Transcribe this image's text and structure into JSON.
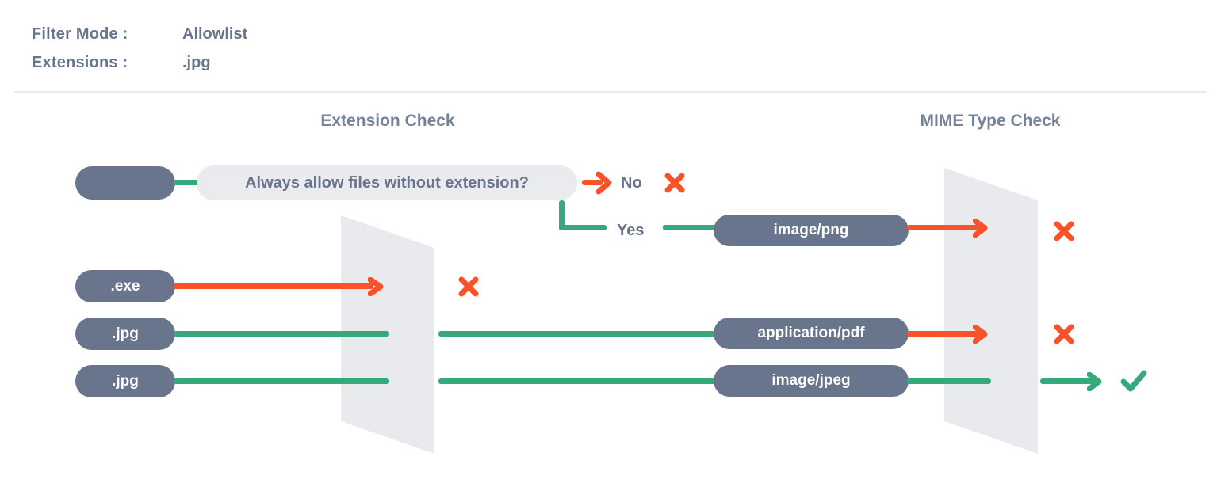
{
  "header": {
    "rows": [
      {
        "label": "Filter Mode :",
        "value": "Allowlist"
      },
      {
        "label": "Extensions :",
        "value": ".jpg"
      }
    ]
  },
  "sections": {
    "extension_check": "Extension Check",
    "mime_check": "MIME Type Check"
  },
  "decision": {
    "question": "Always allow files without extension?",
    "branch_no": "No",
    "branch_yes": "Yes"
  },
  "files": [
    {
      "name": "",
      "label": ""
    },
    {
      "name": ".exe",
      "label": ".exe"
    },
    {
      "name": ".jpg",
      "label": ".jpg"
    },
    {
      "name": ".jpg",
      "label": ".jpg"
    }
  ],
  "mime_types": [
    {
      "label": "image/png"
    },
    {
      "label": "application/pdf"
    },
    {
      "label": "image/jpeg"
    }
  ],
  "icons": {
    "reject": "cross-icon",
    "accept": "check-icon",
    "flow_arrow": "arrow-right-icon"
  },
  "colors": {
    "pill_fill": "#69758d",
    "question_fill": "#eaebef",
    "text_muted": "#68758c",
    "pass_green": "#35a97c",
    "fail_red": "#f95228",
    "gate_fill": "#e9eaee",
    "rule": "#e8eaee"
  },
  "results": {
    "no_branch": "reject",
    "image_png": "reject",
    "exe_extension": "reject",
    "application_pdf": "reject",
    "image_jpeg": "accept"
  }
}
